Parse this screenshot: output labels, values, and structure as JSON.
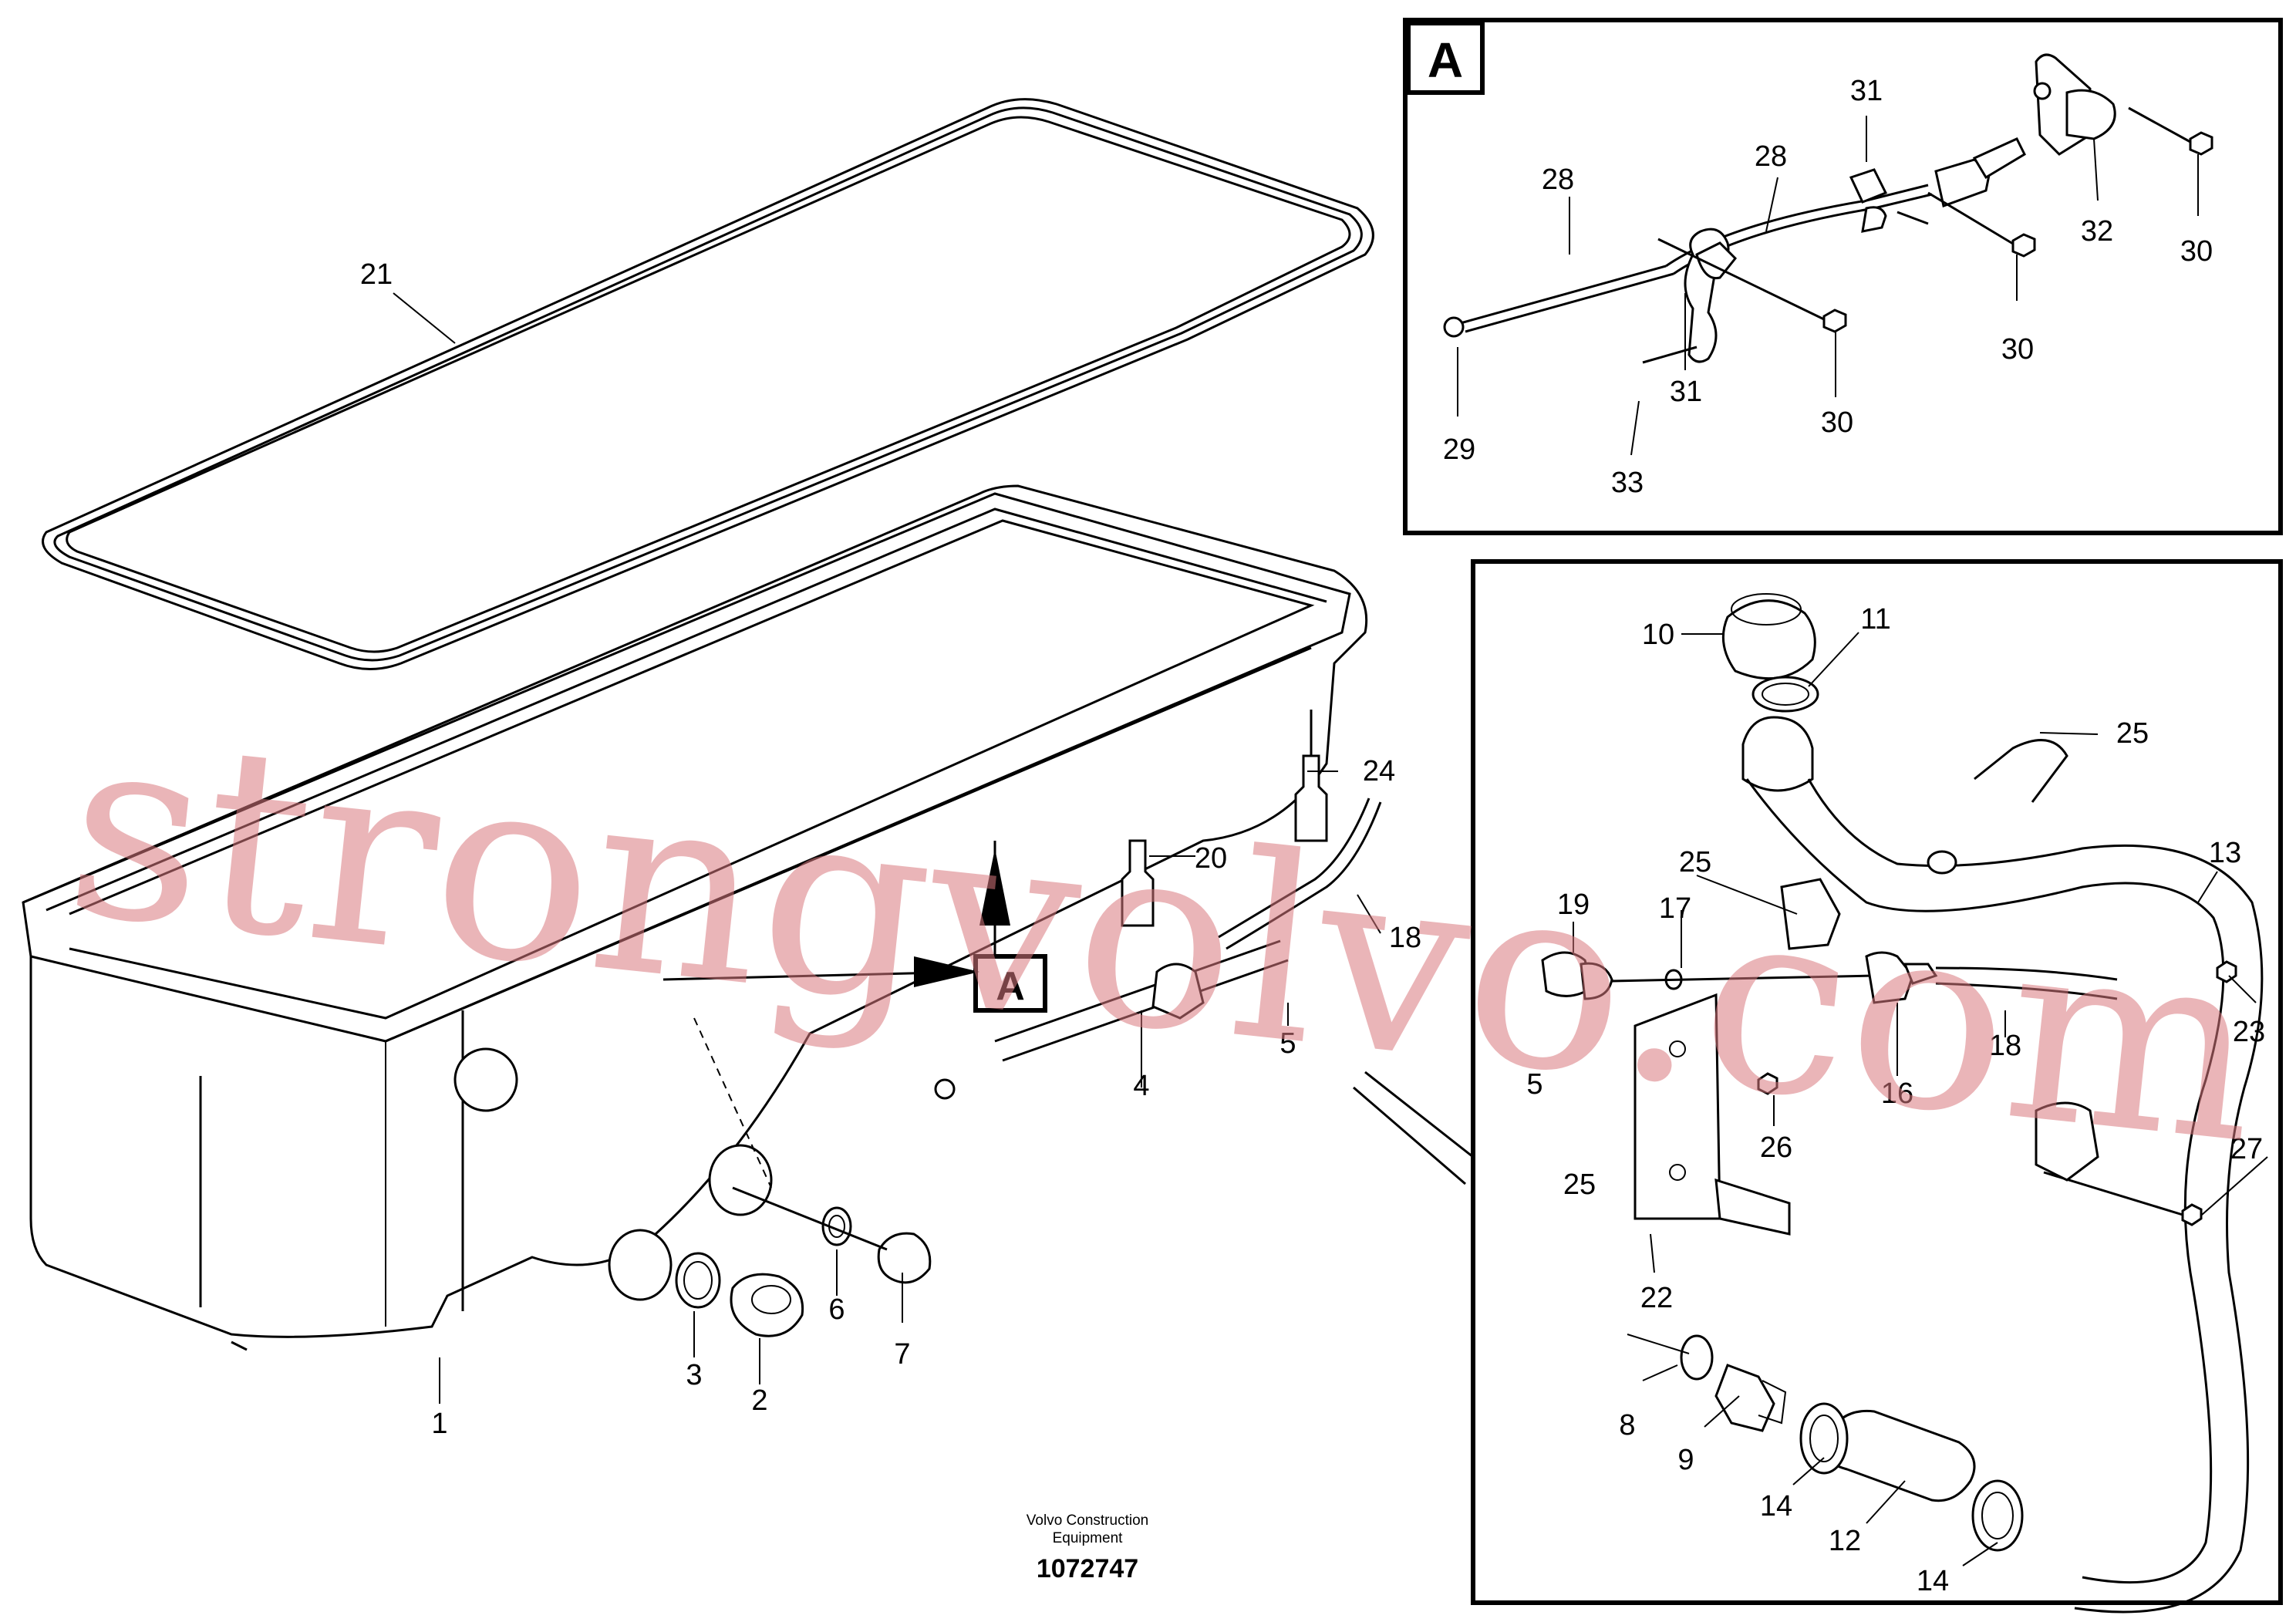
{
  "detail_label": "A",
  "footer": {
    "brand_line1": "Volvo Construction",
    "brand_line2": "Equipment",
    "drawing_number": "1072747"
  },
  "watermark": "strongvolvo.com",
  "callouts": {
    "c1": "1",
    "c2": "2",
    "c3": "3",
    "c4": "4",
    "c5": "5",
    "c6": "6",
    "c7": "7",
    "c8": "8",
    "c9": "9",
    "c10": "10",
    "c11": "11",
    "c12": "12",
    "c13": "13",
    "c14a": "14",
    "c14b": "14",
    "c15": "5",
    "c16": "16",
    "c17": "17",
    "c18a": "18",
    "c18b": "18",
    "c19": "19",
    "c20": "20",
    "c21": "21",
    "c22": "22",
    "c23": "23",
    "c24": "24",
    "c25a": "25",
    "c25b": "25",
    "c25c": "25",
    "c26": "26",
    "c27": "27",
    "c28a": "28",
    "c28b": "28",
    "c29": "29",
    "c30a": "30",
    "c30b": "30",
    "c30c": "30",
    "c31a": "31",
    "c31b": "31",
    "c32": "32",
    "c33": "33"
  }
}
